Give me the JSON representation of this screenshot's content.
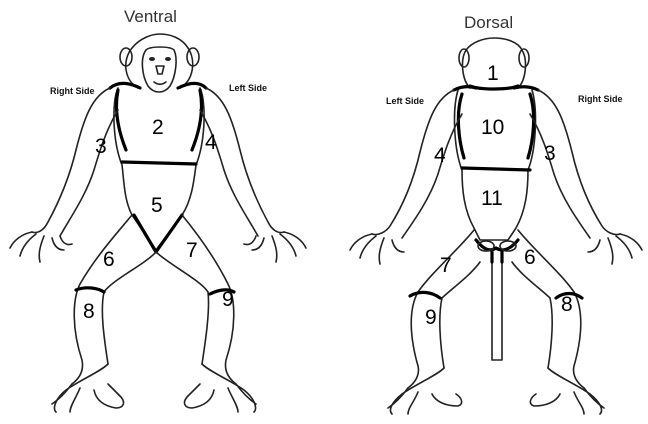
{
  "views": [
    {
      "title": "Ventral",
      "left_side_label": "Right Side",
      "right_side_label": "Left Side"
    },
    {
      "title": "Dorsal",
      "left_side_label": "Left Side",
      "right_side_label": "Right Side"
    }
  ],
  "ventral_regions": [
    "2",
    "3",
    "4",
    "5",
    "6",
    "7",
    "8",
    "9"
  ],
  "dorsal_regions": [
    "1",
    "10",
    "4",
    "3",
    "11",
    "7",
    "6",
    "9",
    "8"
  ]
}
